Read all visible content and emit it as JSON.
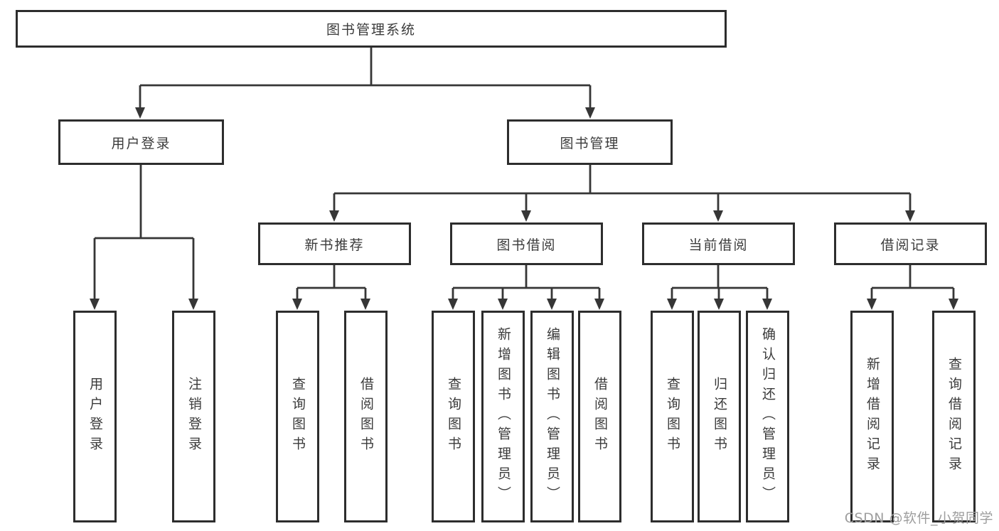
{
  "diagram": {
    "root": {
      "label": "图书管理系统"
    },
    "level2": [
      {
        "label": "用户登录"
      },
      {
        "label": "图书管理"
      }
    ],
    "level3": [
      {
        "label": "新书推荐"
      },
      {
        "label": "图书借阅"
      },
      {
        "label": "当前借阅"
      },
      {
        "label": "借阅记录"
      }
    ],
    "leaves": {
      "user_login": [
        {
          "label": "用户登录"
        },
        {
          "label": "注销登录"
        }
      ],
      "new_book": [
        {
          "label": "查询图书"
        },
        {
          "label": "借阅图书"
        }
      ],
      "book_borrow": [
        {
          "label": "查询图书"
        },
        {
          "label": "新增图书（管理员）"
        },
        {
          "label": "编辑图书（管理员）"
        },
        {
          "label": "借阅图书"
        }
      ],
      "current_borrow": [
        {
          "label": "查询图书"
        },
        {
          "label": "归还图书"
        },
        {
          "label": "确认归还（管理员）"
        }
      ],
      "borrow_records": [
        {
          "label": "新增借阅记录"
        },
        {
          "label": "查询借阅记录"
        }
      ]
    }
  },
  "watermark": {
    "text": "CSDN @软件_小贺同学"
  },
  "colors": {
    "line": "#363636",
    "box_border": "#2d2d2d",
    "text": "#3b3b3b",
    "background": "#ffffff",
    "watermark": "#9e9e9e"
  }
}
